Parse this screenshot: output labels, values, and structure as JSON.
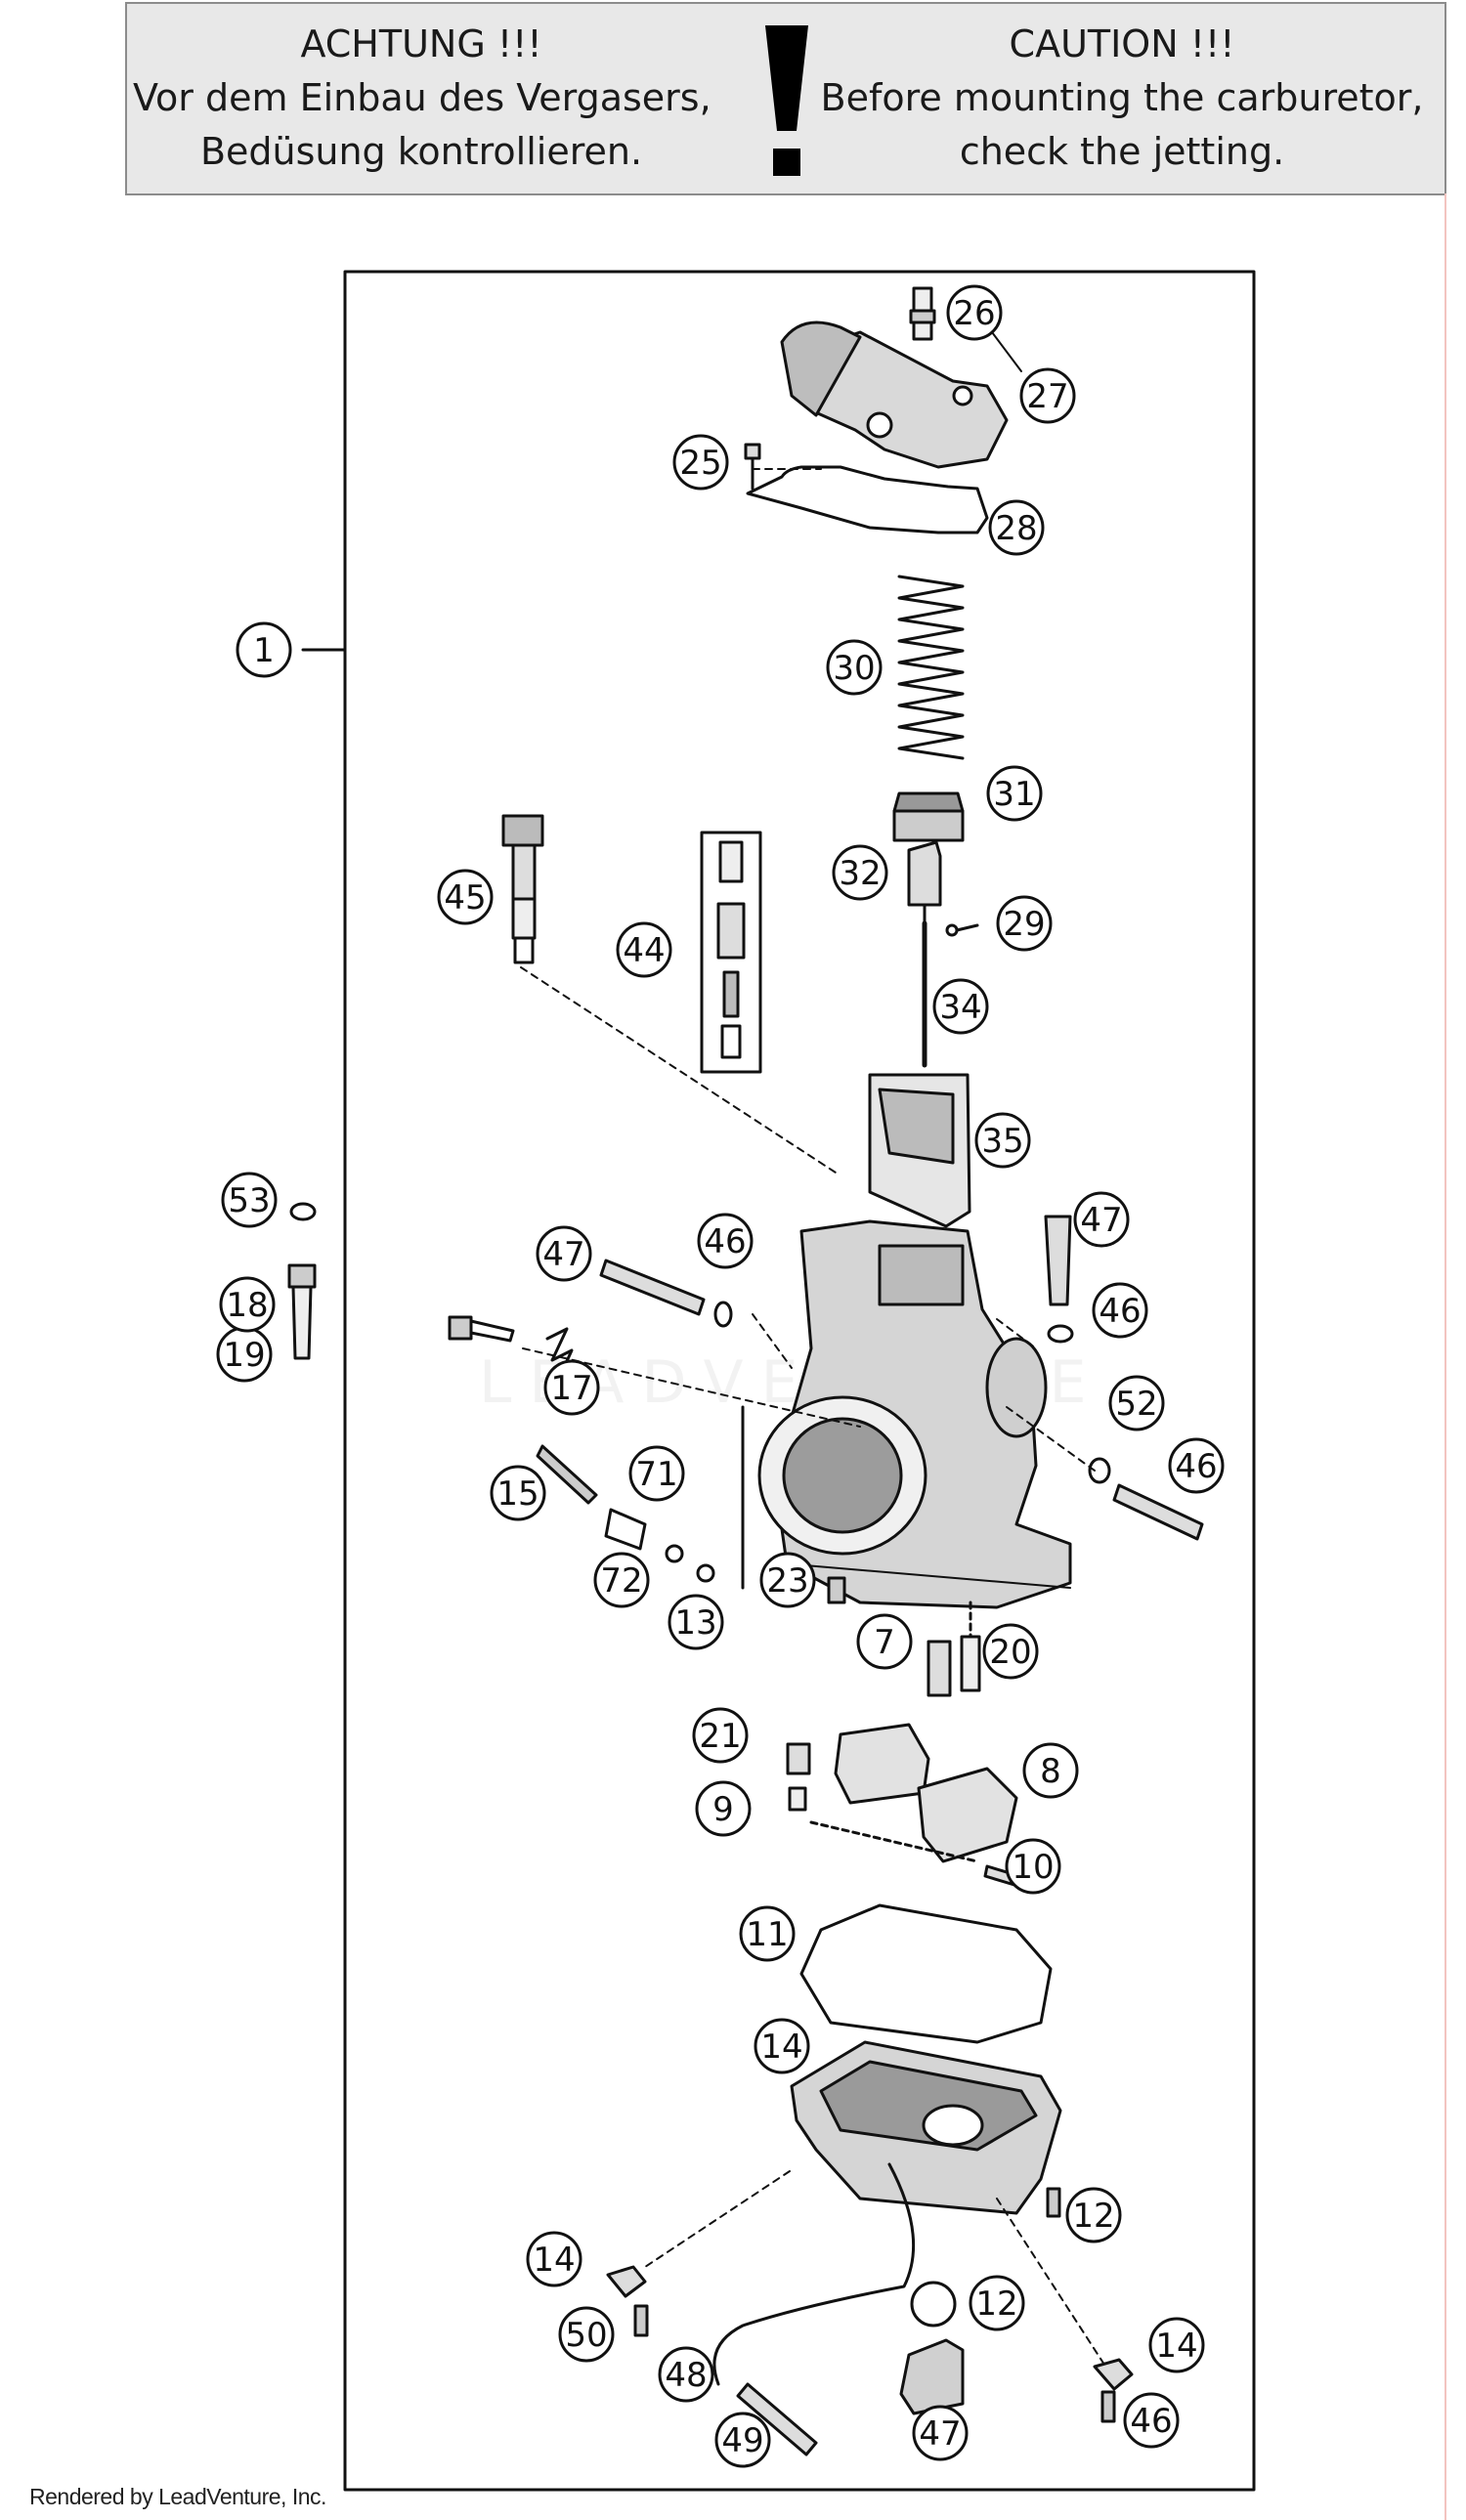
{
  "caution": {
    "german": {
      "line1": "ACHTUNG !!!",
      "line2": "Vor dem Einbau des Vergasers,",
      "line3": "Bedüsung kontrollieren."
    },
    "english": {
      "line1": "CAUTION !!!",
      "line2": "Before mounting the carburetor,",
      "line3": "check the jetting."
    }
  },
  "callouts": [
    "1",
    "26",
    "27",
    "25",
    "28",
    "30",
    "31",
    "32",
    "29",
    "45",
    "44",
    "34",
    "35",
    "53",
    "47",
    "46",
    "52",
    "19",
    "18",
    "17",
    "15",
    "71",
    "72",
    "13",
    "23",
    "7",
    "20",
    "21",
    "9",
    "8",
    "10",
    "11",
    "14",
    "12",
    "50",
    "48",
    "49"
  ],
  "watermark": "LEADVENTURE",
  "footer": "Rendered by LeadVenture, Inc.",
  "colors": {
    "caution_bg": "#e8e8e8",
    "line": "#111111"
  }
}
